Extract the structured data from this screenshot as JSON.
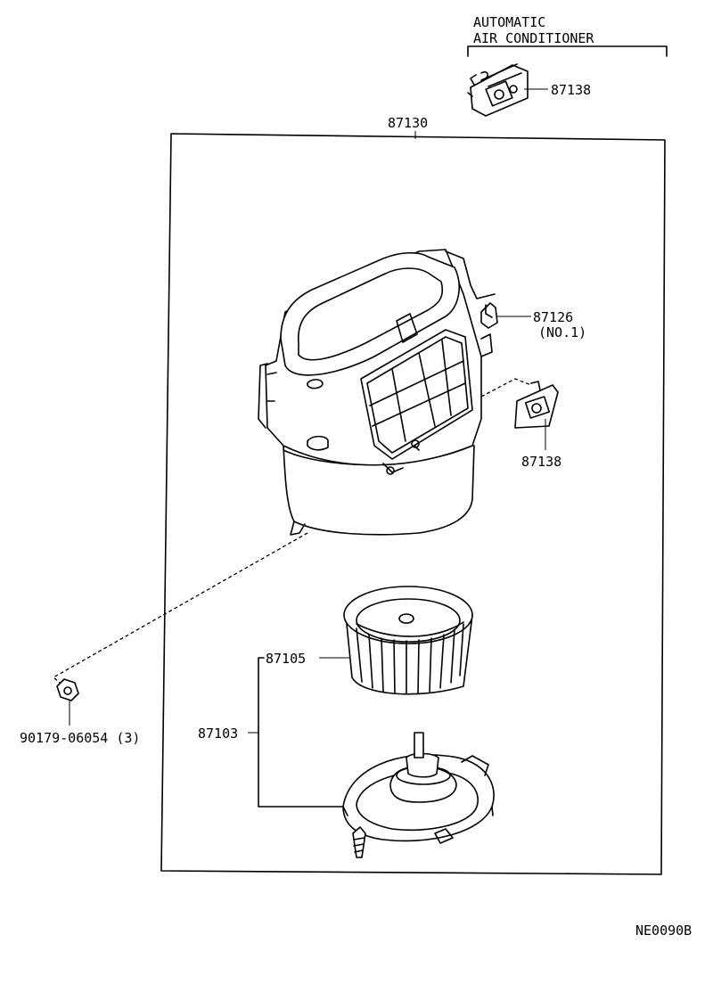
{
  "header": {
    "line1": "AUTOMATIC",
    "line2": "AIR CONDITIONER"
  },
  "parts": {
    "resistor_ac": "87138",
    "blower_assy": "87130",
    "damper": "87126",
    "damper_note": "(NO.1)",
    "resistor": "87138",
    "fan": "87105",
    "motor": "87103",
    "nut": "90179-06054 (3)"
  },
  "figure_code": "NE0090B"
}
